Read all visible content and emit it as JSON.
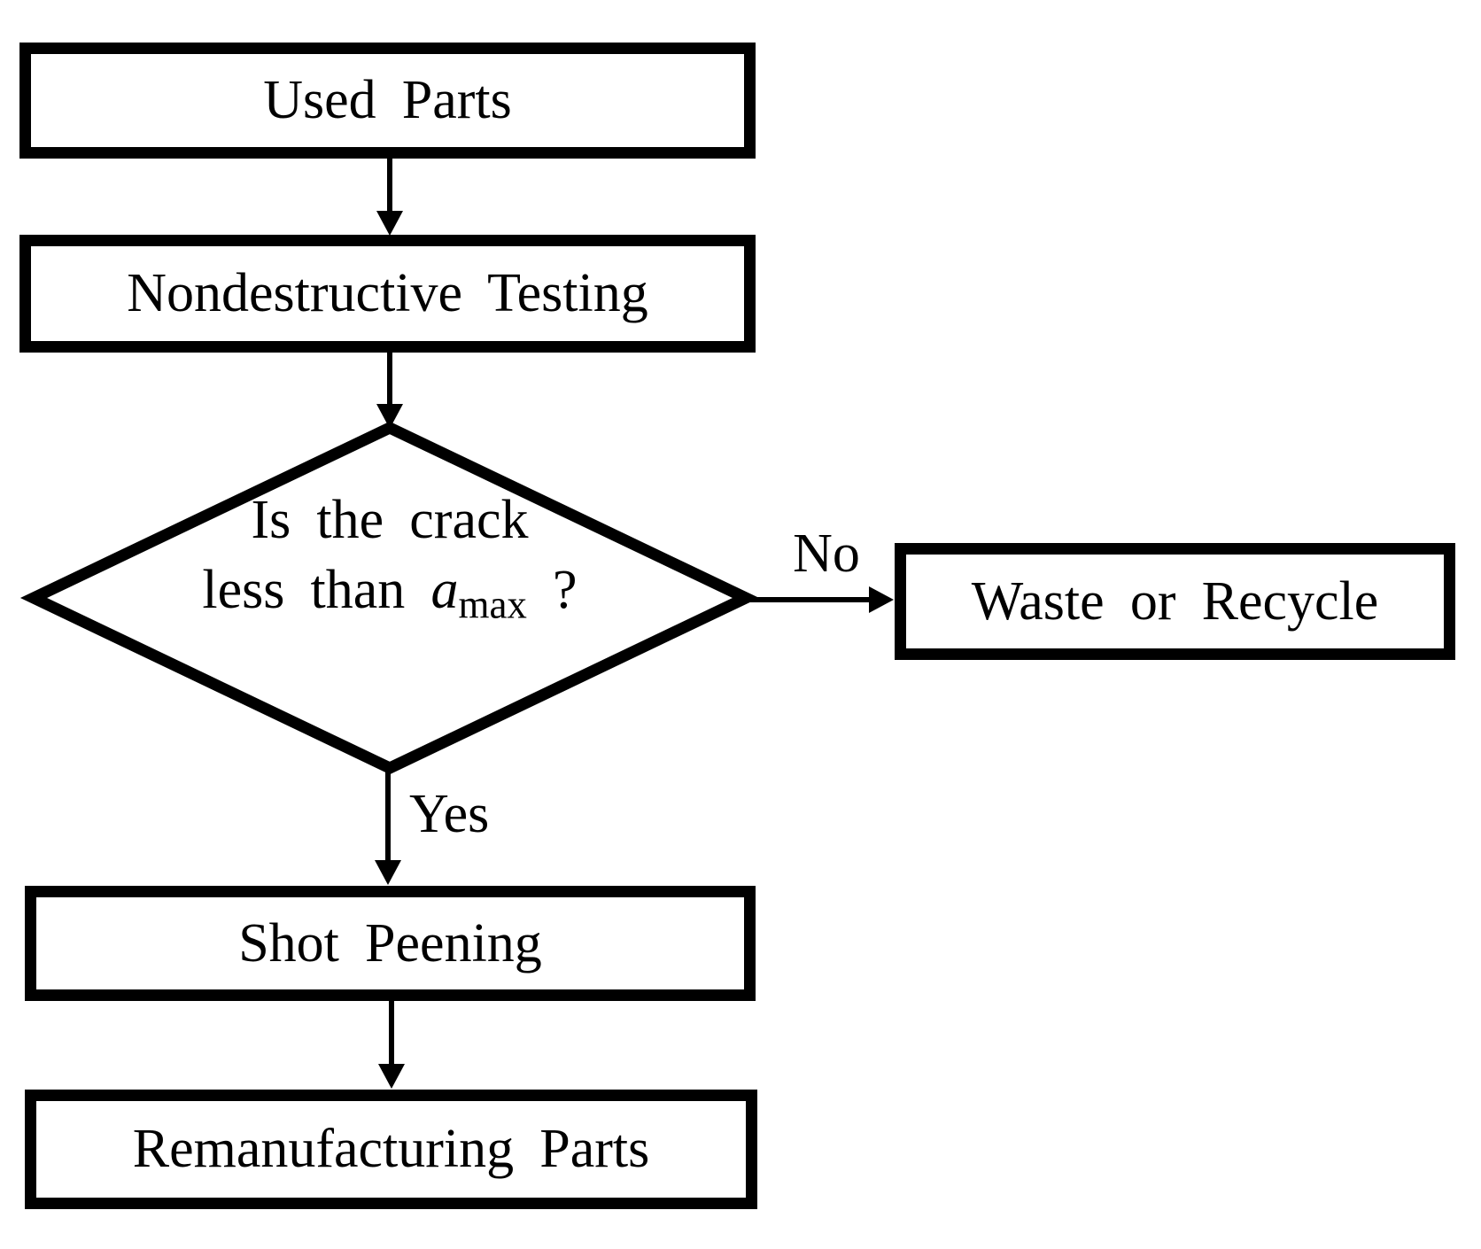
{
  "figure": {
    "type": "flowchart",
    "background": "#ffffff",
    "ink_color": "#000000"
  },
  "nodes": {
    "used_parts": {
      "label": "Used Parts",
      "shape": "rectangle"
    },
    "nondestructive_testing": {
      "label": "Nondestructive Testing",
      "shape": "rectangle"
    },
    "decision": {
      "shape": "diamond",
      "line1": "Is the crack",
      "line2_prefix": "less than ",
      "variable": "a",
      "variable_subscript": "max",
      "line2_suffix": " ?"
    },
    "waste_or_recycle": {
      "label": "Waste or Recycle",
      "shape": "rectangle"
    },
    "shot_peening": {
      "label": "Shot Peening",
      "shape": "rectangle"
    },
    "remanufacturing_parts": {
      "label": "Remanufacturing Parts",
      "shape": "rectangle"
    }
  },
  "edges": {
    "no_label": "No",
    "yes_label": "Yes",
    "flow": [
      "Used Parts -> Nondestructive Testing",
      "Nondestructive Testing -> Decision",
      "Decision -No-> Waste or Recycle",
      "Decision -Yes-> Shot Peening",
      "Shot Peening -> Remanufacturing Parts"
    ]
  }
}
